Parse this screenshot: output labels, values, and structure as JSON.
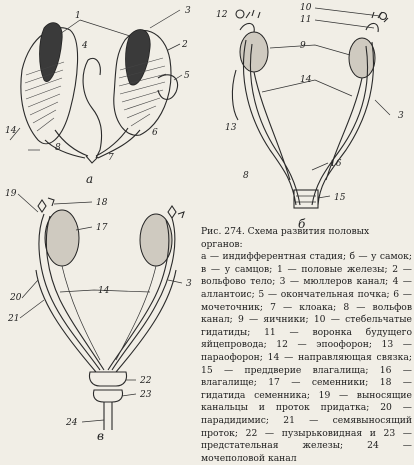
{
  "figure": {
    "panels": {
      "a": "а",
      "b": "б",
      "v": "в"
    },
    "labels_a": [
      "1",
      "2",
      "3",
      "4",
      "5",
      "6",
      "7",
      "8",
      "14"
    ],
    "labels_b": [
      "3",
      "8",
      "9",
      "10",
      "11",
      "12",
      "13",
      "14",
      "15",
      "16"
    ],
    "labels_v": [
      "3",
      "14",
      "17",
      "18",
      "19",
      "20",
      "21",
      "22",
      "23",
      "24"
    ]
  },
  "caption": {
    "title": "Рис. 274. Схема развития половых органов:",
    "body": "а — индифферентная стадия; б — у самок; в — у самцов; 1 — половые железы; 2 — вольфово тело; 3 — мюллеров канал; 4 — аллантоис; 5 — окончательная почка; 6 — мочеточник; 7 — клоака; 8 — вольфов канал; 9 — яичники; 10 — стебельчатые гидатиды; 11 — воронка будущего яйцепровода; 12 — эпоофорон; 13 — параофорон; 14 — направляющая связка; 15 — преддверие влагалища; 16 — влагалище; 17 — семенники; 18 — гидатида семенника; 19 — выносящие канальцы и проток придатка; 20 — парадидимис; 21 — семявыносящий проток; 22 — пузырьковидная и 23 — предстательная железы; 24 — мочеполовой канал"
  }
}
